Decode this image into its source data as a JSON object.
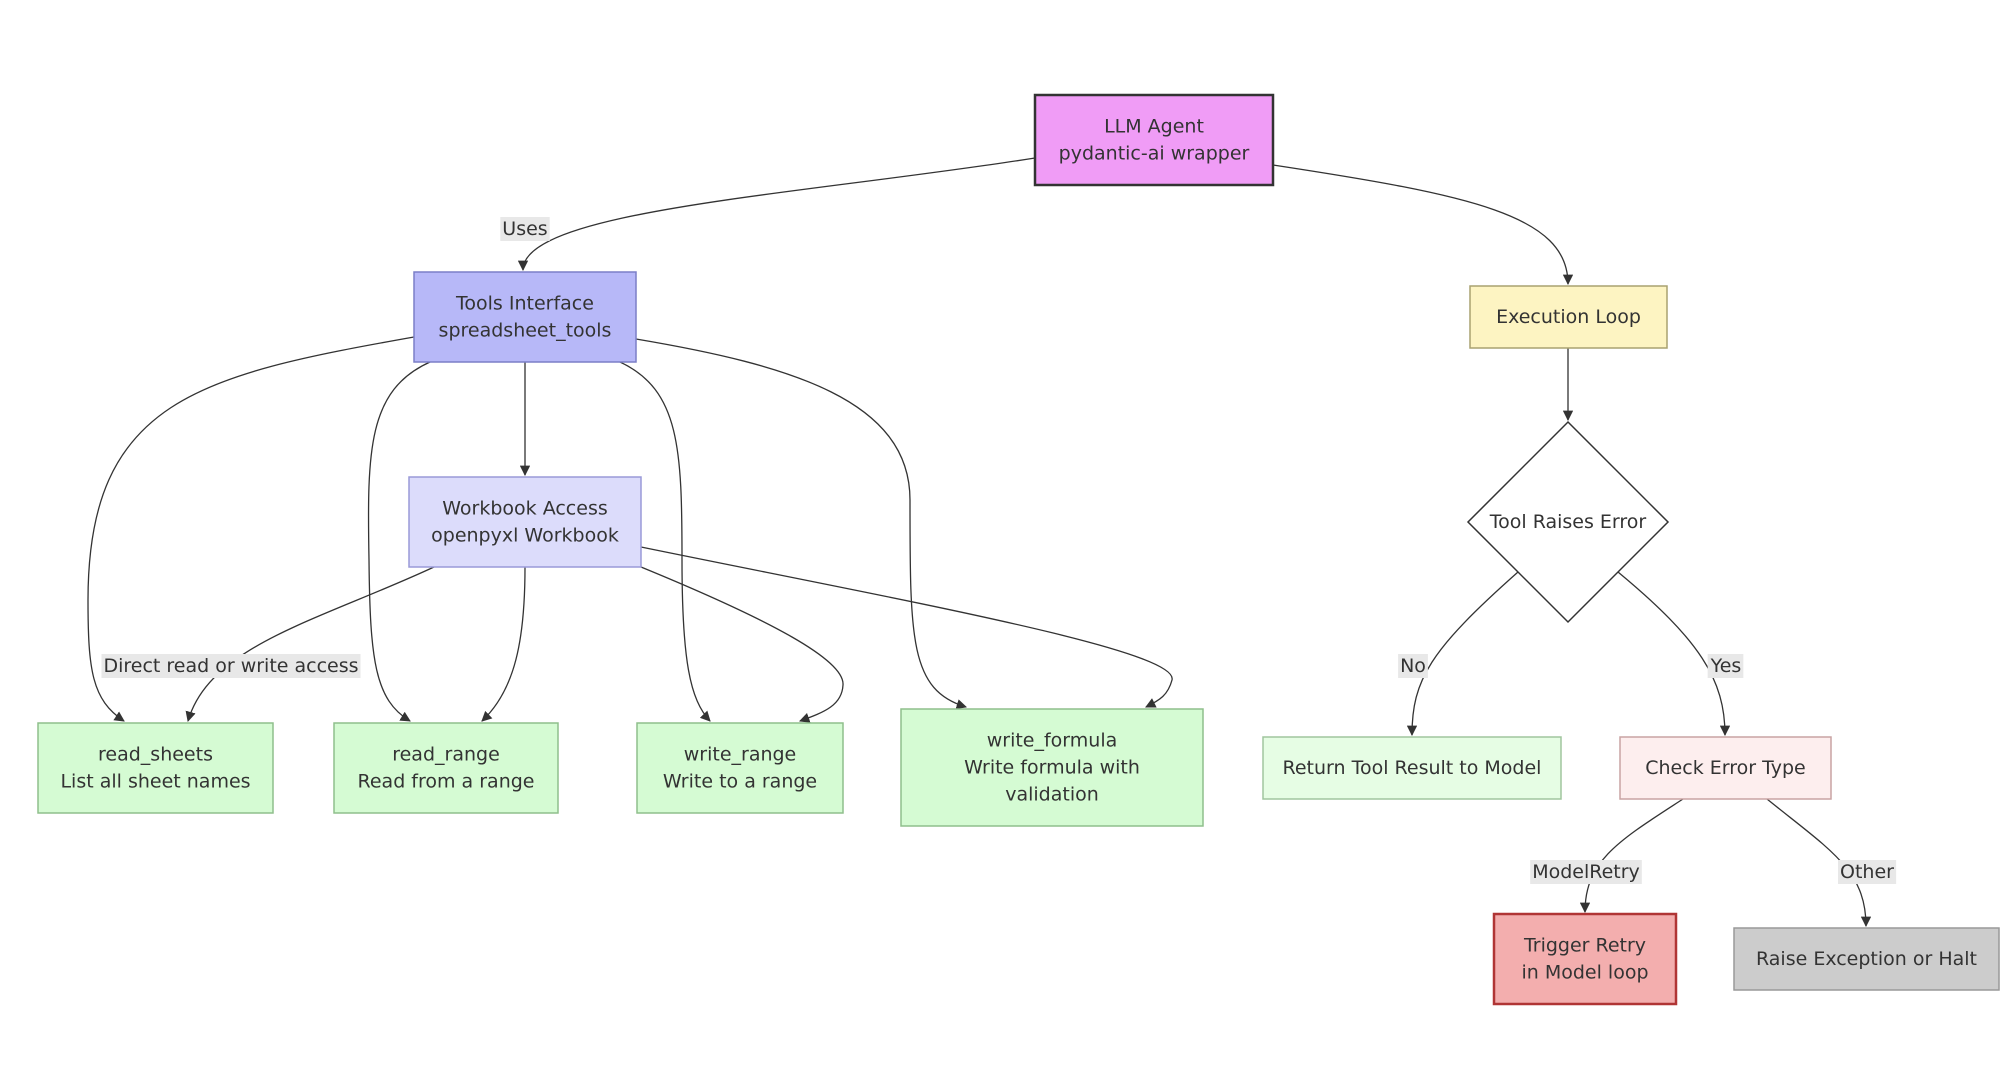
{
  "nodes": {
    "llm_agent": {
      "lines": [
        "LLM Agent",
        "pydantic-ai wrapper"
      ],
      "fill": "#f09cf6",
      "stroke": "#333333"
    },
    "tools_interface": {
      "lines": [
        "Tools Interface",
        "spreadsheet_tools"
      ],
      "fill": "#b7b8f8",
      "stroke": "#7b7fc7"
    },
    "workbook_access": {
      "lines": [
        "Workbook Access",
        "openpyxl Workbook"
      ],
      "fill": "#dcdcfb",
      "stroke": "#9a9ad8"
    },
    "read_sheets": {
      "lines": [
        "read_sheets",
        "List all sheet names"
      ],
      "fill": "#d5fbd3",
      "stroke": "#8fbf8c"
    },
    "read_range": {
      "lines": [
        "read_range",
        "Read from a range"
      ],
      "fill": "#d5fbd3",
      "stroke": "#8fbf8c"
    },
    "write_range": {
      "lines": [
        "write_range",
        "Write to a range"
      ],
      "fill": "#d5fbd3",
      "stroke": "#8fbf8c"
    },
    "write_formula": {
      "lines": [
        "write_formula",
        "Write formula with",
        "validation"
      ],
      "fill": "#d5fbd3",
      "stroke": "#8fbf8c"
    },
    "execution_loop": {
      "lines": [
        "Execution Loop"
      ],
      "fill": "#fdf4c2",
      "stroke": "#a9a270"
    },
    "tool_raises_error": {
      "lines": [
        "Tool Raises Error"
      ],
      "fill": "#ffffff",
      "stroke": "#333333"
    },
    "return_tool_result": {
      "lines": [
        "Return Tool Result to Model"
      ],
      "fill": "#e6fde4",
      "stroke": "#a0c59e"
    },
    "check_error_type": {
      "lines": [
        "Check Error Type"
      ],
      "fill": "#fdeeee",
      "stroke": "#c9a3a3"
    },
    "trigger_retry": {
      "lines": [
        "Trigger Retry",
        "in Model loop"
      ],
      "fill": "#f3aeae",
      "stroke": "#b03535"
    },
    "raise_exception": {
      "lines": [
        "Raise Exception or Halt"
      ],
      "fill": "#cccccc",
      "stroke": "#999999"
    }
  },
  "edge_labels": {
    "uses": "Uses",
    "direct_access": "Direct read or write access",
    "no": "No",
    "yes": "Yes",
    "model_retry": "ModelRetry",
    "other": "Other"
  }
}
